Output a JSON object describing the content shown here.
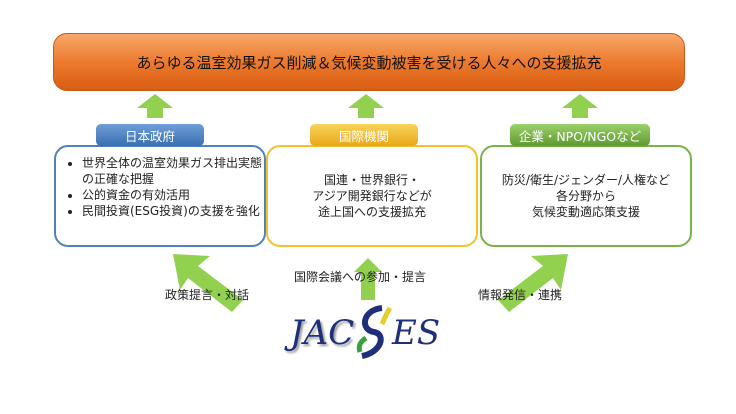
{
  "banner": "あらゆる温室効果ガス削減＆気候変動被害を受ける人々への支援拡充",
  "boxes": [
    {
      "tag": "日本政府",
      "items": [
        "世界全体の温室効果ガス排出実態の正確な把握",
        "公的資金の有効活用",
        "民間投資(ESG投資)の支援を強化"
      ]
    },
    {
      "tag": "国際機関",
      "lines": [
        "国連・世界銀行・",
        "アジア開発銀行などが",
        "途上国への支援拡充"
      ]
    },
    {
      "tag": "企業・NPO/NGOなど",
      "lines": [
        "防災/衛生/ジェンダー/人権など",
        "各分野から",
        "気候変動適応策支援"
      ]
    }
  ],
  "labels": {
    "left": "政策提言・対話",
    "center": "国際会議への参加・提言",
    "right": "情報発信・連携"
  },
  "logo": "JACSES",
  "colors": {
    "orange": "#ec7a2e",
    "blue": "#4f81bd",
    "yellow": "#f2c12e",
    "green": "#77b347",
    "arrow": "#92d050"
  }
}
